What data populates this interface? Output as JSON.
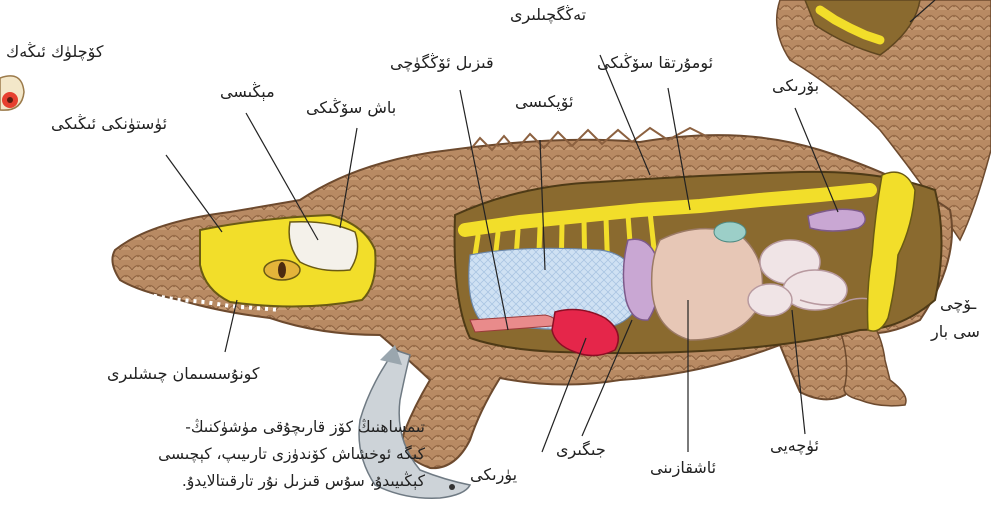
{
  "labels": {
    "top_cut": "تەڭگچىلىرى",
    "inset": "كۆچلۈك ئىڭەك",
    "brain": "مېڭىسى",
    "skull": "باش سۆڭىكى",
    "red_muscle": "قىزىل ئۆڭگۈچى",
    "spine": "ئومۇرتقا سۆڭىكى",
    "kidney": "بۆرىكى",
    "upper_jaw": "ئۈستۈنكى ئىڭىكى",
    "lungs": "ئۆپكىسى",
    "teeth": "كونۇسسىمان چىشلىرى",
    "heart": "يۈرىكى",
    "liver": "جىگىرى",
    "stomach": "ئاشقازىنى",
    "intestine": "ئۈچەيى",
    "right_cut_1": "ـۆچى",
    "right_cut_2": "سى بار"
  },
  "caption": {
    "line1": "تىمساھنىڭ كۆز قارىچۇقى مۈشۈكنىڭ-",
    "line2": "كىگە ئوخشاش كۆندۈزى تارىيىپ، كېچىسى",
    "line3": "كېڭىيىدۇ، سۇس قىزىل نۇر تارقىتالايدۇ."
  },
  "colors": {
    "skin": "#b88a63",
    "bone": "#f2de2a",
    "lung": "#cfe1f3",
    "liver": "#e7c7b6",
    "heart": "#e5264a",
    "stomach": "#c9a7d3",
    "intestine": "#f0e4e6",
    "cavity": "#8a6a2f"
  }
}
